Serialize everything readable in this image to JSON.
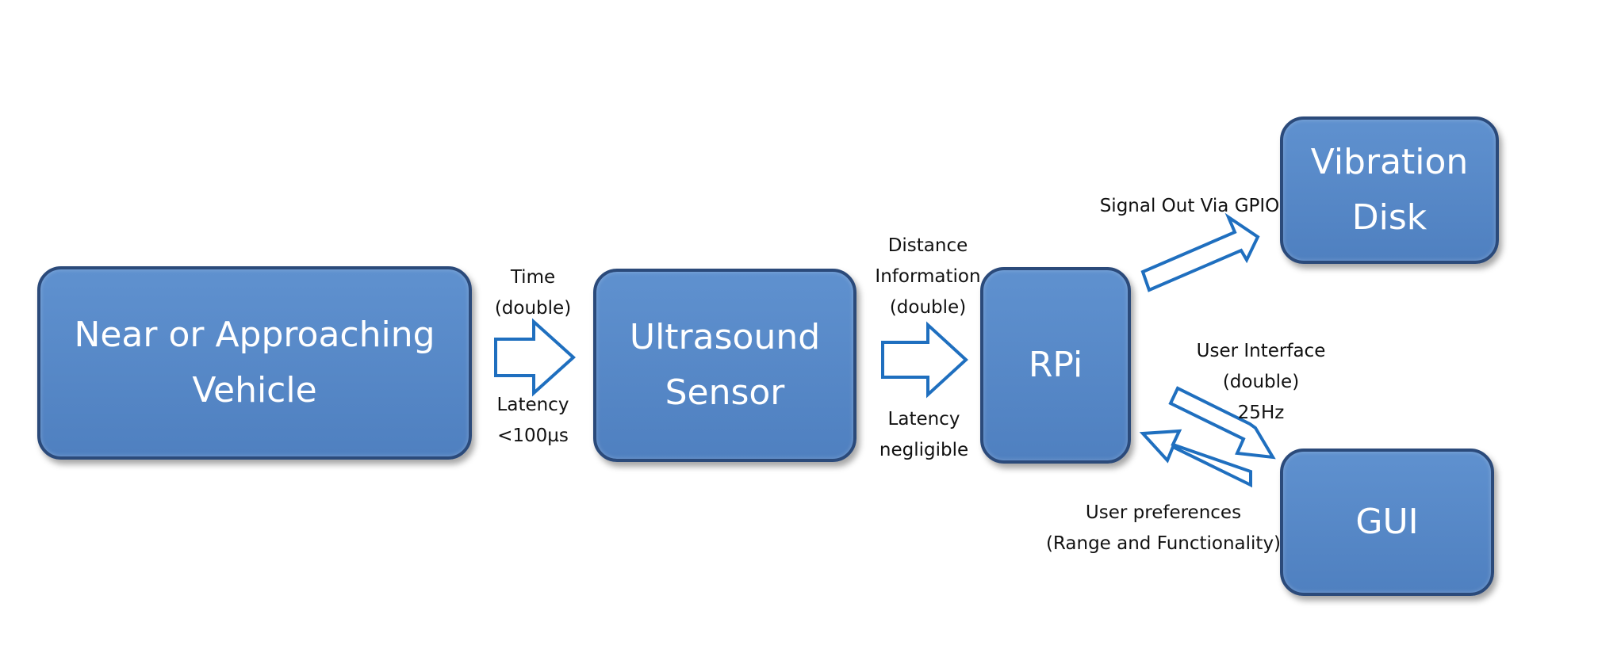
{
  "blocks": {
    "vehicle": [
      "Near or Approaching",
      "Vehicle"
    ],
    "sensor": [
      "Ultrasound",
      "Sensor"
    ],
    "rpi": [
      "RPi"
    ],
    "vibration": [
      "Vibration",
      "Disk"
    ],
    "gui": [
      "GUI"
    ]
  },
  "labels": {
    "time": [
      "Time",
      "(double)"
    ],
    "latency_sensor": [
      "Latency",
      "<100µs"
    ],
    "distance": [
      "Distance",
      "Information",
      "(double)"
    ],
    "latency_rpi": [
      "Latency",
      "negligible"
    ],
    "signal_out": [
      "Signal Out Via GPIO"
    ],
    "user_interface": [
      "User Interface",
      "(double)",
      "25Hz"
    ],
    "user_preferences": [
      "User preferences",
      "(Range and Functionality)"
    ]
  },
  "colors": {
    "block_fill": "#5a8bca",
    "block_border": "#2b4a7a",
    "arrow_stroke": "#1f6fbf"
  }
}
